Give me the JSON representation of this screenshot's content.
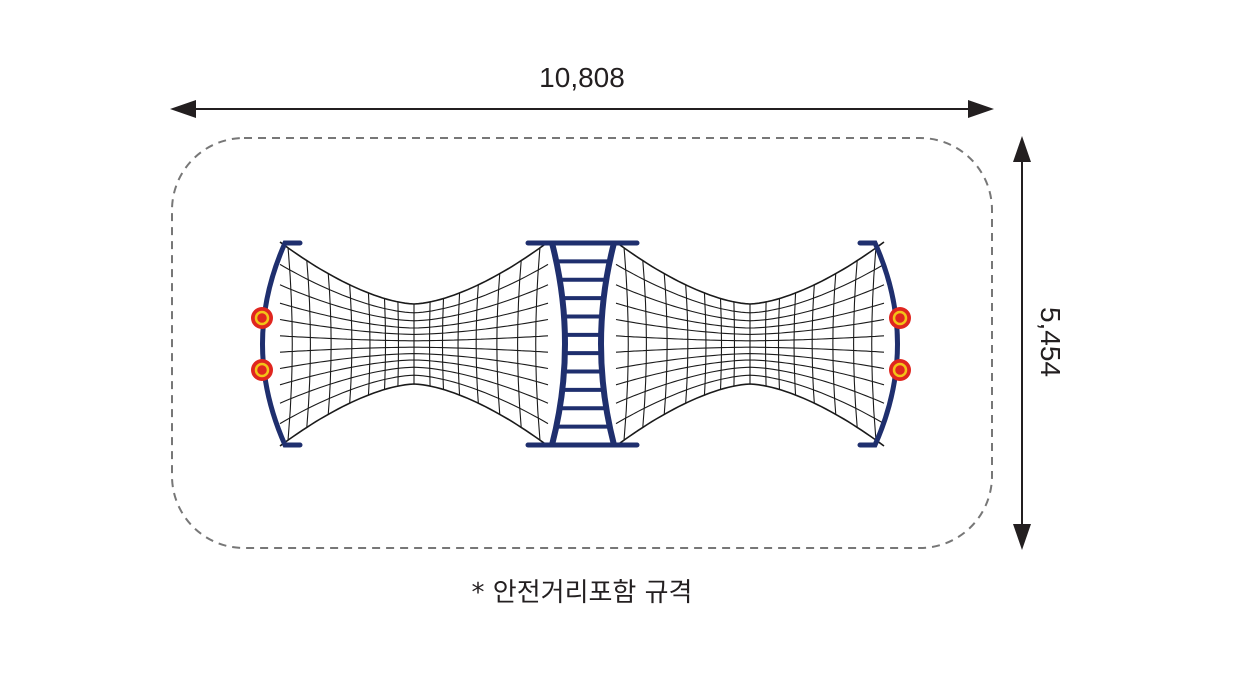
{
  "dimensions": {
    "width_label": "10,808",
    "height_label": "5,454",
    "caption": "* 안전거리포함 규격"
  },
  "colors": {
    "frame": "#1f2f6e",
    "net": "#1a1a1a",
    "marker_outer": "#e0261f",
    "marker_ring": "#f2c318",
    "outline": "#777777",
    "arrow": "#231f20"
  }
}
